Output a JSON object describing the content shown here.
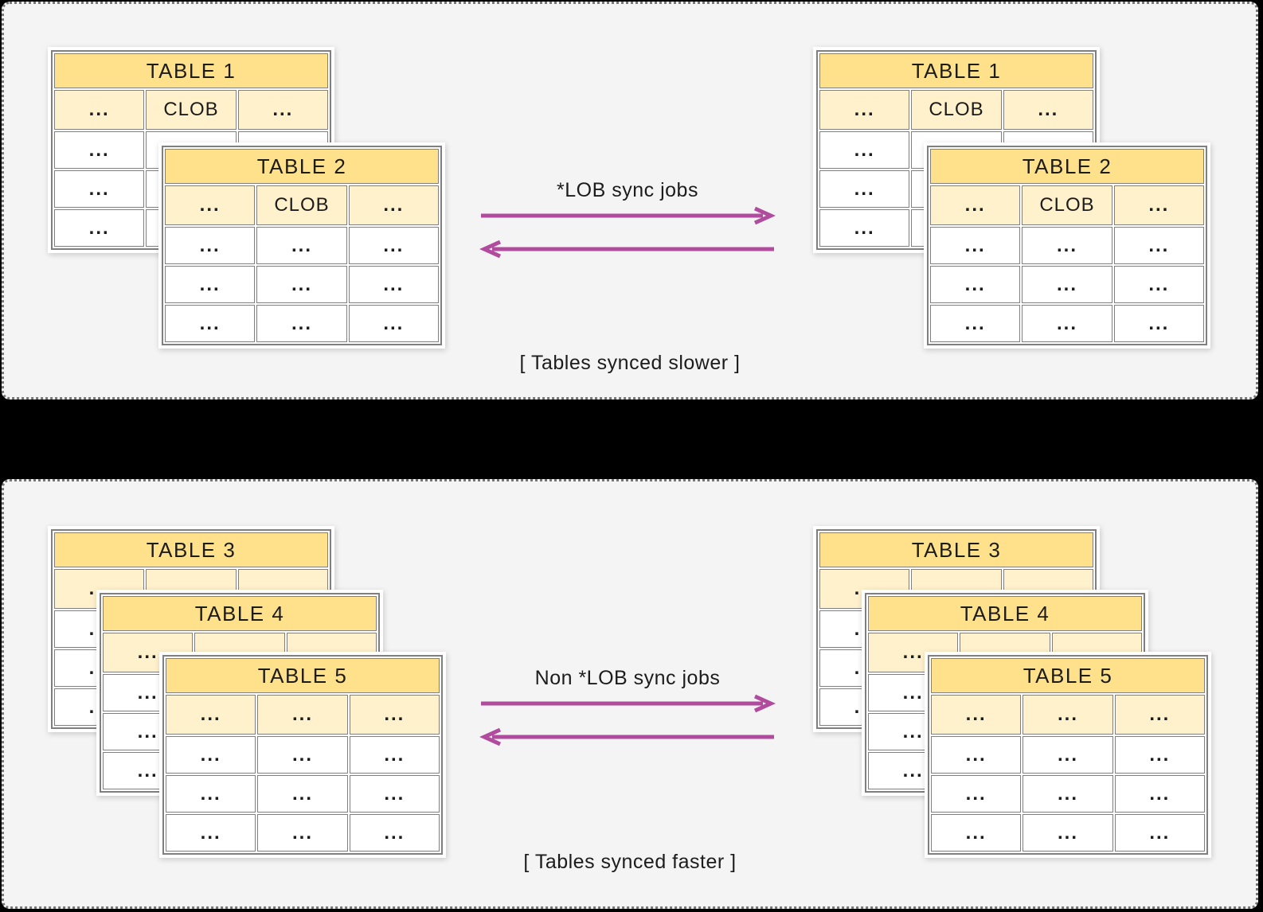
{
  "colors": {
    "page_bg": "#000000",
    "panel_bg": "#f4f4f4",
    "panel_border": "#757575",
    "title_bg": "#ffe18c",
    "header_bg": "#fff1cb",
    "cell_border": "#7f7f7f",
    "arrow": "#b04b9d",
    "text": "#1c1c1c"
  },
  "tables": {
    "table1": {
      "title": "TABLE 1",
      "header": [
        "...",
        "CLOB",
        "..."
      ],
      "rows": [
        [
          "...",
          "...",
          "..."
        ],
        [
          "...",
          "...",
          "..."
        ],
        [
          "...",
          "...",
          "..."
        ]
      ]
    },
    "table2": {
      "title": "TABLE 2",
      "header": [
        "...",
        "CLOB",
        "..."
      ],
      "rows": [
        [
          "...",
          "...",
          "..."
        ],
        [
          "...",
          "...",
          "..."
        ],
        [
          "...",
          "...",
          "..."
        ]
      ]
    },
    "table3": {
      "title": "TABLE 3",
      "header": [
        "...",
        "...",
        "..."
      ],
      "rows": [
        [
          "...",
          "...",
          "..."
        ],
        [
          "...",
          "...",
          "..."
        ],
        [
          "...",
          "...",
          "..."
        ]
      ]
    },
    "table4": {
      "title": "TABLE 4",
      "header": [
        "...",
        "...",
        "..."
      ],
      "rows": [
        [
          "...",
          "...",
          "..."
        ],
        [
          "...",
          "...",
          "..."
        ],
        [
          "...",
          "...",
          "..."
        ]
      ]
    },
    "table5": {
      "title": "TABLE 5",
      "header": [
        "...",
        "...",
        "..."
      ],
      "rows": [
        [
          "...",
          "...",
          "..."
        ],
        [
          "...",
          "...",
          "..."
        ],
        [
          "...",
          "...",
          "..."
        ]
      ]
    }
  },
  "panels": [
    {
      "id": "lob-sync",
      "label": "*LOB sync jobs",
      "caption": "[ Tables synced slower ]",
      "source_tables": [
        "table1",
        "table2"
      ],
      "target_tables": [
        "table1",
        "table2"
      ]
    },
    {
      "id": "non-lob-sync",
      "label": "Non *LOB sync jobs",
      "caption": "[ Tables synced faster ]",
      "source_tables": [
        "table3",
        "table4",
        "table5"
      ],
      "target_tables": [
        "table3",
        "table4",
        "table5"
      ]
    }
  ]
}
